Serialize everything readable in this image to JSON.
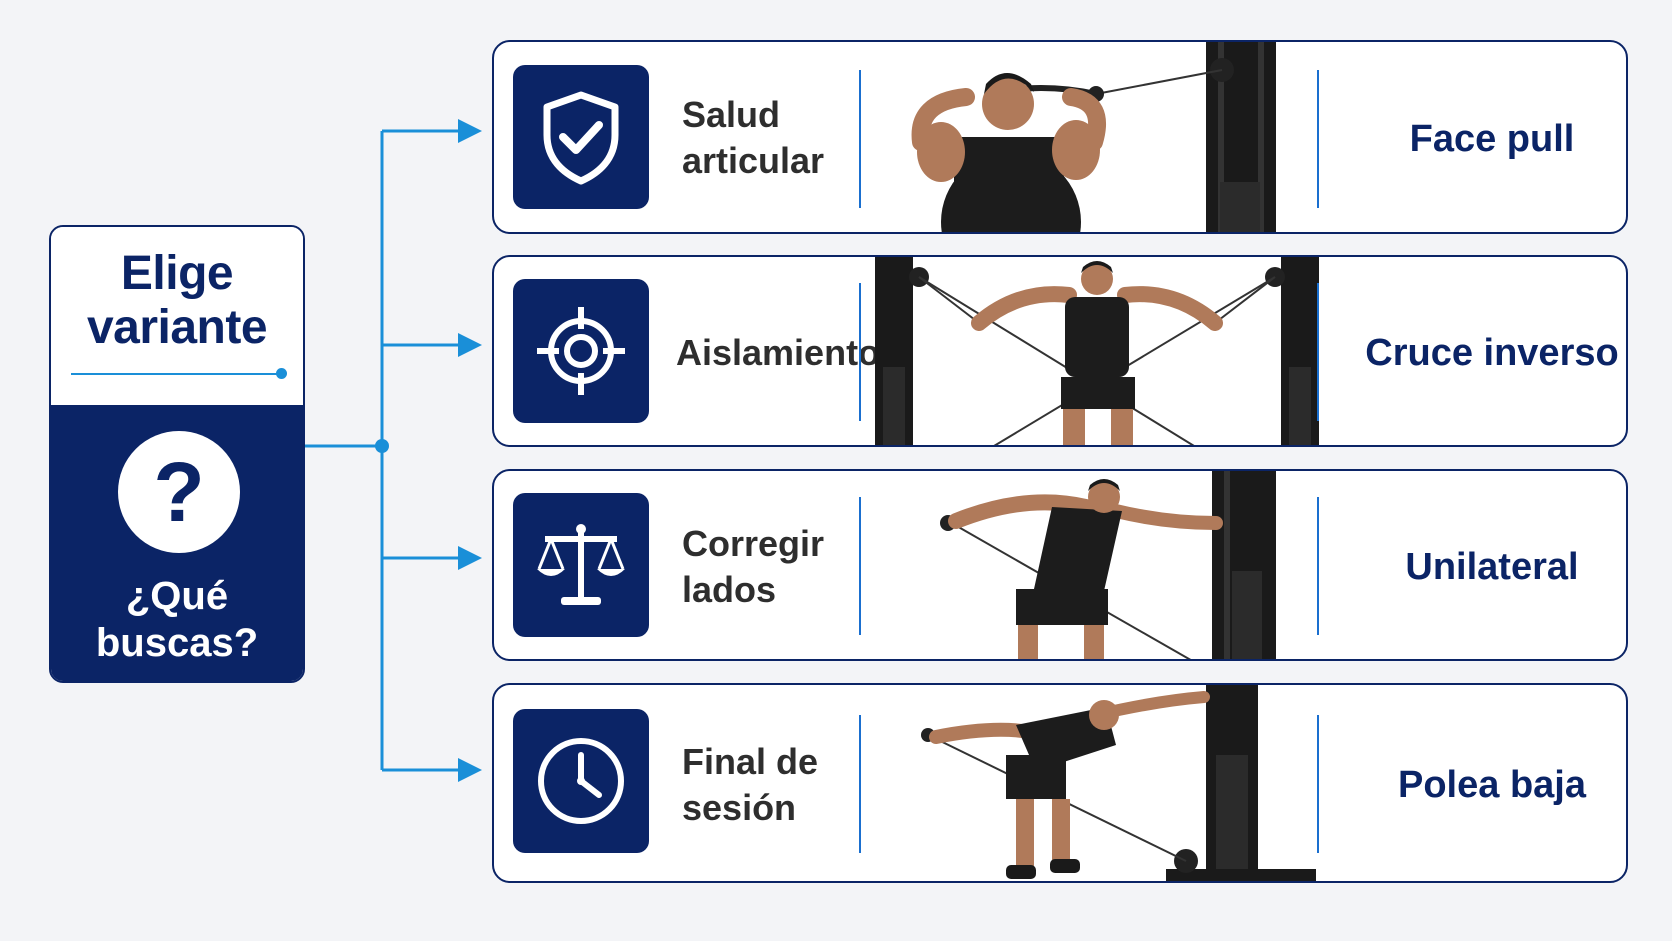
{
  "colors": {
    "navy": "#0b2466",
    "accent_blue": "#1a8fd8",
    "background": "#f3f4f7"
  },
  "decision": {
    "title": "Elige variante",
    "question_mark": "?",
    "question": "¿Qué buscas?"
  },
  "options": [
    {
      "icon": "shield-check-icon",
      "goal": "Salud articular",
      "variant": "Face pull"
    },
    {
      "icon": "crosshair-target-icon",
      "goal": "Aislamiento",
      "variant": "Cruce inverso"
    },
    {
      "icon": "balance-scale-icon",
      "goal": "Corregir lados",
      "variant": "Unilateral"
    },
    {
      "icon": "clock-icon",
      "goal": "Final de sesión",
      "variant": "Polea baja"
    }
  ]
}
